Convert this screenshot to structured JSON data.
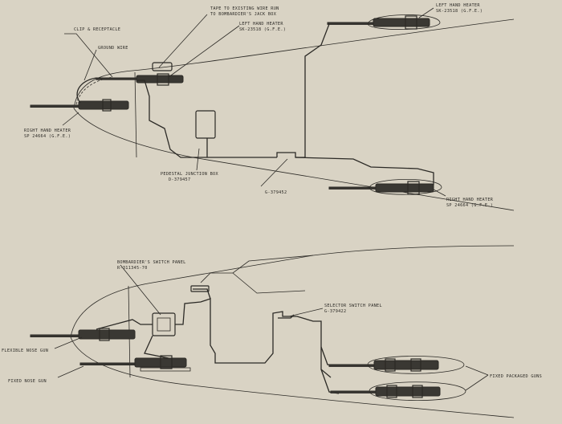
{
  "top_diagram": {
    "labels": {
      "tape_to_wire_line1": "TAPE TO EXISTING WIRE RUN",
      "tape_to_wire_line2": "TO BOMBARDIER'S JACK BOX",
      "left_heater_nose_line1": "LEFT HAND HEATER",
      "left_heater_nose_line2": "SK-23518 (G.F.E.)",
      "clip_receptacle": "CLIP & RECEPTACLE",
      "ground_wire": "GROUND WIRE",
      "right_heater_nose_line1": "RIGHT HAND HEATER",
      "right_heater_nose_line2": "SP 24664 (G.F.E.)",
      "left_heater_side_line1": "LEFT HAND HEATER",
      "left_heater_side_line2": "SK-23518 (G.F.E.)",
      "pedestal_box_line1": "PEDESTAL JUNCTION BOX",
      "pedestal_box_line2": "D-379457",
      "part_number": "G-379452",
      "right_heater_side_line1": "RIGHT HAND HEATER",
      "right_heater_side_line2": "SP 24664 (G.F.E.)"
    }
  },
  "bottom_diagram": {
    "labels": {
      "bombardier_panel_line1": "BOMBARDIER'S SWITCH PANEL",
      "bombardier_panel_line2": "R-311345-70",
      "selector_panel_line1": "SELECTOR SWITCH PANEL",
      "selector_panel_line2": "G-379422",
      "flexible_nose_gun": "FLEXIBLE NOSE GUN",
      "fixed_nose_gun": "FIXED NOSE GUN",
      "fixed_packaged_guns": "FIXED PACKAGED GUNS"
    }
  }
}
